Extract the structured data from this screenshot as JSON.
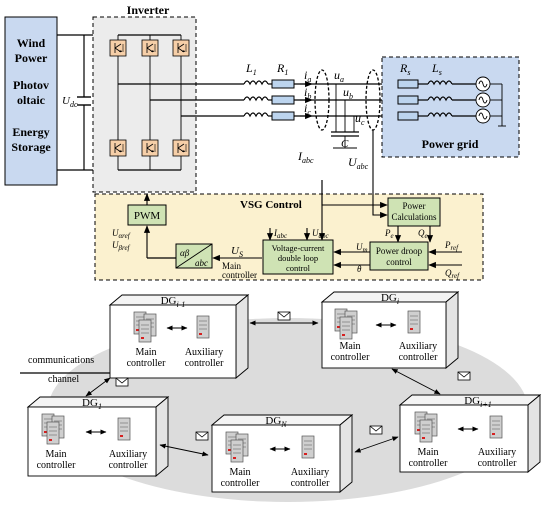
{
  "sources": {
    "line1": "Wind",
    "line2": "Power",
    "line3": "Photov",
    "line4": "oltaic",
    "line5": "Energy",
    "line6": "Storage"
  },
  "inverter": {
    "title": "Inverter",
    "udc": "U",
    "udc_sub": "dc"
  },
  "line": {
    "L1": "L",
    "L1_sub": "1",
    "R1": "R",
    "R1_sub": "1",
    "ia": "i",
    "ia_sub": "a",
    "ib": "i",
    "ib_sub": "b",
    "ic": "i",
    "ic_sub": "c",
    "ua": "u",
    "ua_sub": "a",
    "ub": "u",
    "ub_sub": "b",
    "uc": "u",
    "uc_sub": "c",
    "C": "C",
    "Iabc": "I",
    "Iabc_sub": "abc",
    "Uabc": "U",
    "Uabc_sub": "abc"
  },
  "grid": {
    "Rs": "R",
    "Rs_sub": "s",
    "Ls": "L",
    "Ls_sub": "s",
    "label": "Power grid"
  },
  "vsg": {
    "title": "VSG Control",
    "pwm": "PWM",
    "uaref": "U",
    "uaref_sub": "αref",
    "ubref": "U",
    "ubref_sub": "βref",
    "ab": "αβ",
    "abc": "abc",
    "us": "U",
    "us_sub": "S",
    "main_controller": "Main",
    "main_controller2": "controller",
    "iabc_in": "I",
    "iabc_in_sub": "abc",
    "uabc_in": "U",
    "uabc_in_sub": "abc",
    "loop_line1": "Voltage-current",
    "loop_line2": "double loop",
    "loop_line3": "control",
    "um": "U",
    "um_sub": "m",
    "theta": "θ",
    "pe": "P",
    "pe_sub": "e",
    "qe": "Q",
    "qe_sub": "e",
    "pref": "P",
    "pref_sub": "ref",
    "qref": "Q",
    "qref_sub": "ref",
    "droop_line1": "Power droop",
    "droop_line2": "control",
    "calc_line1": "Power",
    "calc_line2": "Calculations"
  },
  "network": {
    "comm_line1": "communications",
    "comm_line2": "channel",
    "main1": "Main",
    "main2": "controller",
    "aux1": "Auxiliary",
    "aux2": "controller",
    "dg_prev": "DG",
    "dg_prev_sub": "i-1",
    "dg_i": "DG",
    "dg_i_sub": "i",
    "dg_1": "DG",
    "dg_1_sub": "1",
    "dg_n": "DG",
    "dg_n_sub": "N",
    "dg_next": "DG",
    "dg_next_sub": "i+1"
  },
  "colors": {
    "source_fill": "#c9d9f0",
    "inverter_fill": "#ececec",
    "igbt_fill": "#f6cfa8",
    "grid_fill": "#c9d9f0",
    "vsg_fill": "#fbf1cf",
    "block_fill": "#cfe3b4",
    "ellipse_fill": "#dcdcdc",
    "server_fill": "#cfcfcf",
    "led": "#d62020"
  }
}
